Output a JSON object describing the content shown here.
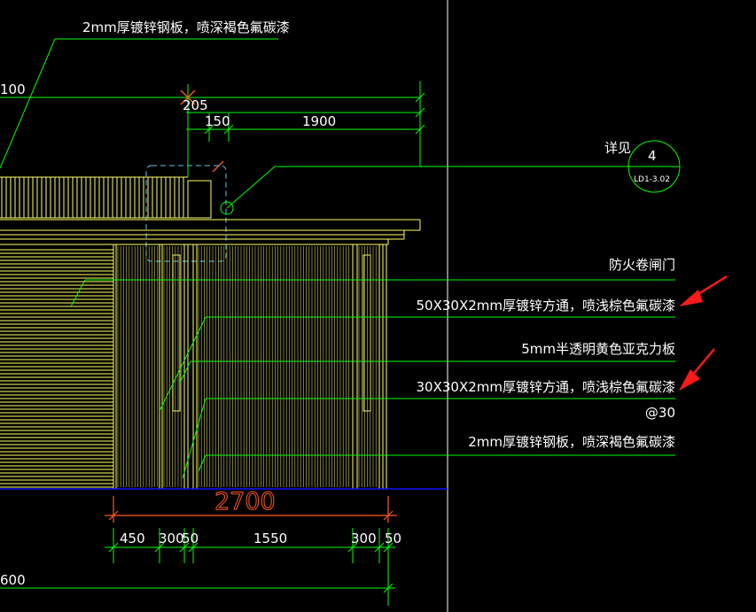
{
  "drawing": {
    "top_note": "2mm厚镀锌钢板，喷深褐色氟碳漆",
    "dims_top": [
      "100",
      "205",
      "150",
      "1900"
    ],
    "detail": {
      "label": "详见",
      "number": "4",
      "sheet": "LD1-3.02"
    },
    "notes": [
      "防火卷闸门",
      "50X30X2mm厚镀锌方通，喷浅棕色氟碳漆",
      "5mm半透明黄色亚克力板",
      "30X30X2mm厚镀锌方通，喷浅棕色氟碳漆",
      "@30",
      "2mm厚镀锌钢板，喷深褐色氟碳漆"
    ],
    "overall_dim": "2700",
    "dims_bottom": [
      "450",
      "300",
      "50",
      "1550",
      "300",
      "50"
    ],
    "bottom_left_dim": "600"
  },
  "colors": {
    "background": "#000000",
    "green": "#00ff00",
    "yellow": "#ffff66",
    "white": "#ffffff",
    "orange": "#ff5a1e",
    "cyan": "#5fc8e6",
    "blue": "#1010ff",
    "red_arrow": "#ff1a1a"
  }
}
